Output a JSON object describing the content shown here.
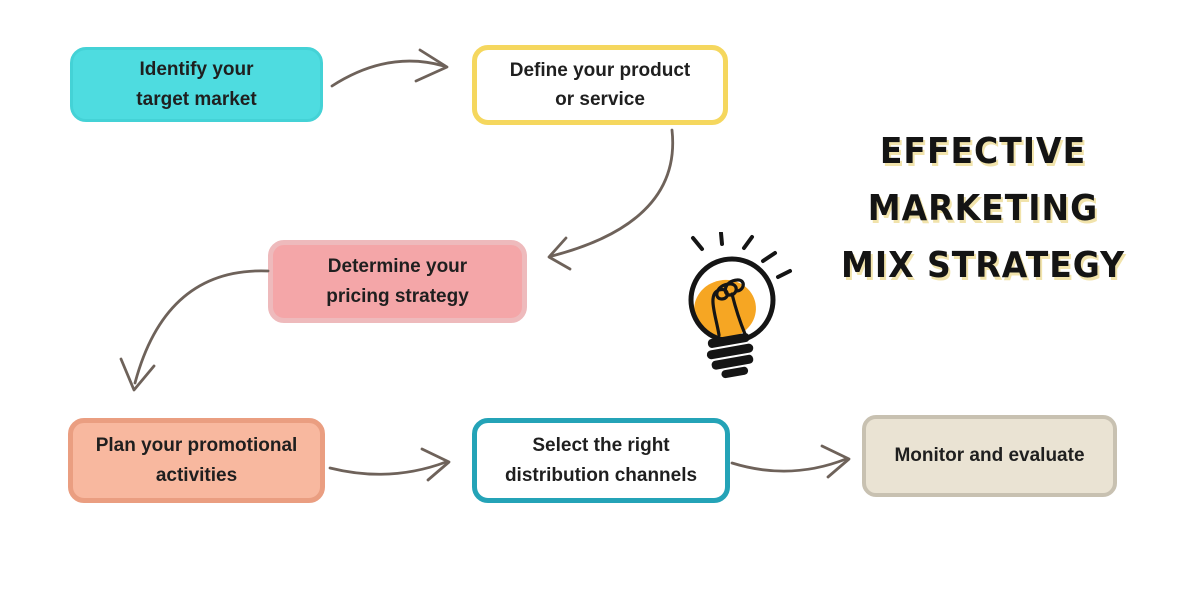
{
  "page": {
    "background_color": "#ffffff"
  },
  "title": {
    "lines": [
      "EFFECTIVE",
      "MARKETING",
      "MIX STRATEGY"
    ],
    "text_color": "#141414",
    "shadow_color": "#f1e3ab"
  },
  "steps": [
    {
      "id": "identify-target-market",
      "label": "Identify your\ntarget market",
      "fill_color": "#4edce0",
      "border_color": "#44d2d6"
    },
    {
      "id": "define-product-or-service",
      "label": "Define your product\nor service",
      "fill_color": "#ffffff",
      "border_color": "#f5d75e"
    },
    {
      "id": "determine-pricing-strategy",
      "label": "Determine your\npricing strategy",
      "fill_color": "#f4a6a8",
      "border_color": "#eebabc"
    },
    {
      "id": "plan-promotional-activities",
      "label": "Plan your promotional\nactivities",
      "fill_color": "#f8b89f",
      "border_color": "#ea9e81"
    },
    {
      "id": "select-distribution-channels",
      "label": "Select the right\ndistribution channels",
      "fill_color": "#ffffff",
      "border_color": "#24a3b7"
    },
    {
      "id": "monitor-and-evaluate",
      "label": "Monitor and evaluate",
      "fill_color": "#eae3d3",
      "border_color": "#c8c1b1"
    }
  ],
  "connectors": {
    "arrow_color": "#6e625a"
  },
  "lightbulb": {
    "bulb_fill_color": "#f6a623",
    "outline_color": "#151515"
  }
}
